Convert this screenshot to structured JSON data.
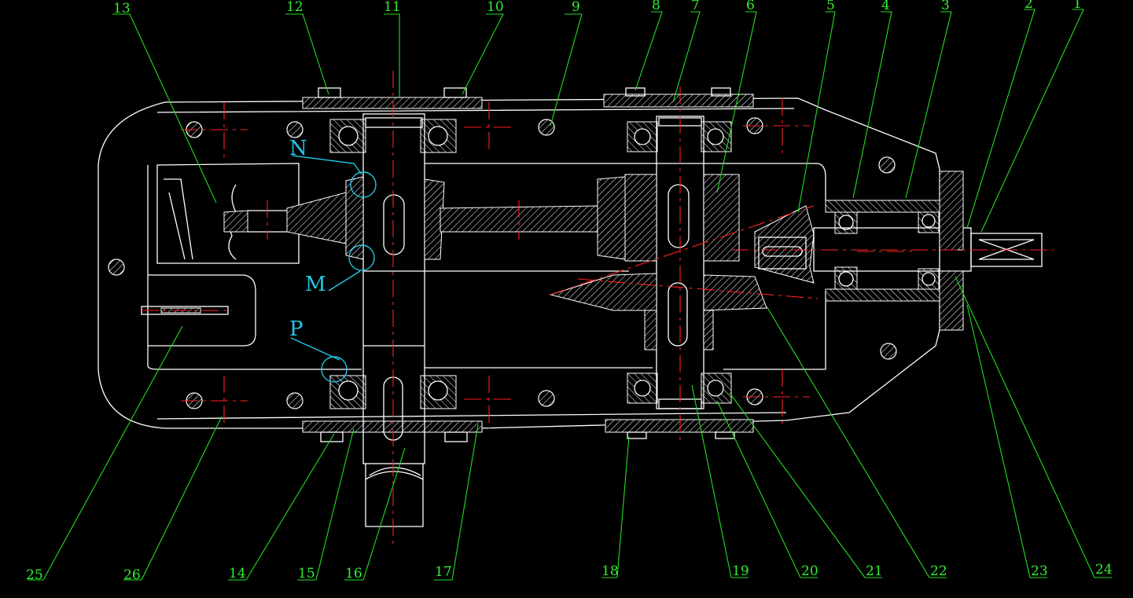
{
  "diagram": {
    "part_numbers": [
      "1",
      "2",
      "3",
      "4",
      "5",
      "6",
      "7",
      "8",
      "9",
      "10",
      "11",
      "12",
      "13",
      "14",
      "15",
      "16",
      "17",
      "18",
      "19",
      "20",
      "21",
      "22",
      "23",
      "24",
      "25",
      "26"
    ],
    "detail_labels": [
      "N",
      "M",
      "P"
    ],
    "colors": {
      "background": "#000000",
      "outline": "#ffffff",
      "centerline": "#ff2020",
      "leader": "#22dd22",
      "detail": "#22c8e6"
    }
  }
}
